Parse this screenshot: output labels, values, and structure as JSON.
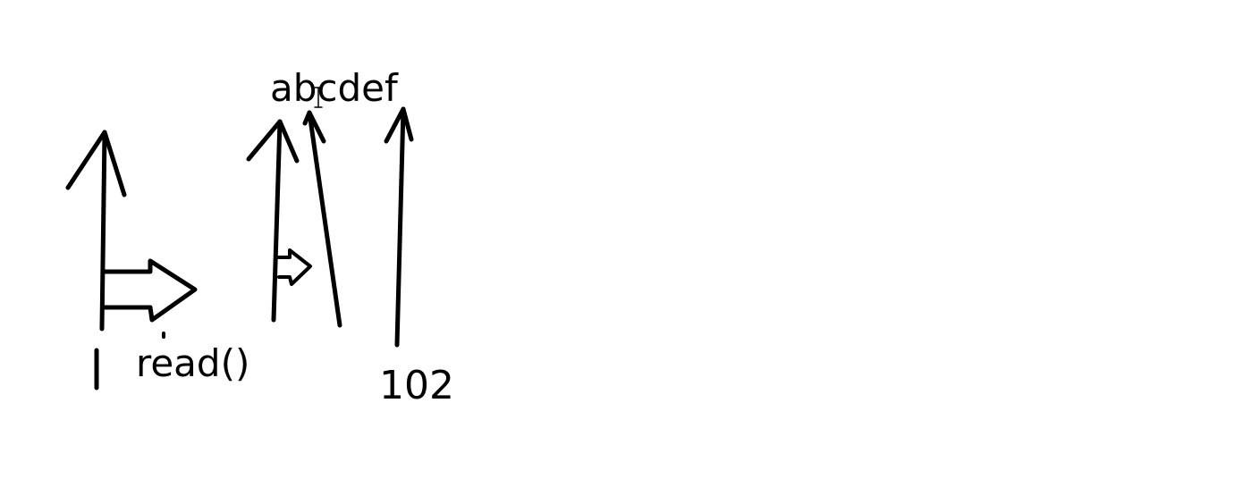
{
  "diagram": {
    "string_label": "abcdef",
    "method_label": "read()",
    "value_label": "102"
  },
  "colors": {
    "background": "#ffffff",
    "ink": "#000000"
  }
}
